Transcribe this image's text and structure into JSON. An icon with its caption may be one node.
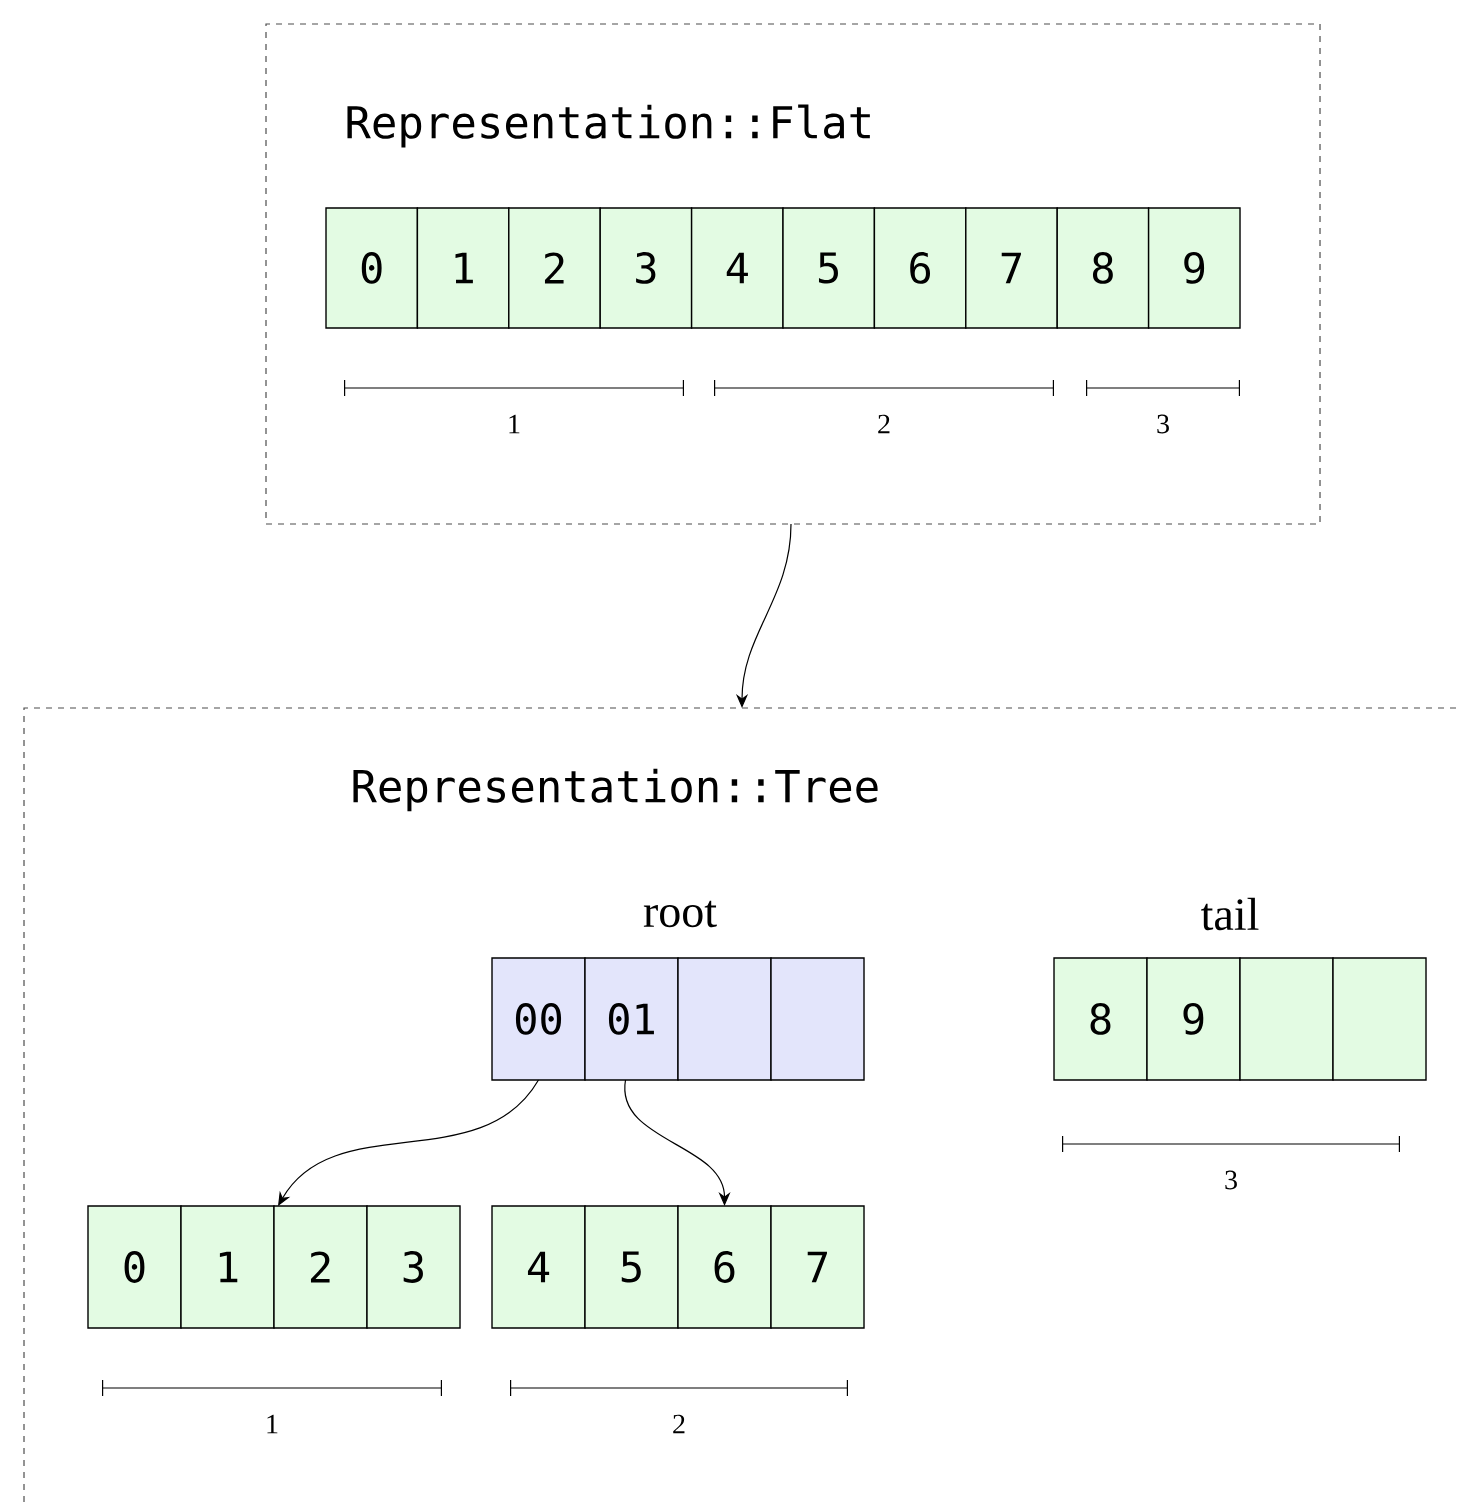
{
  "diagram": {
    "nodes": [
      {
        "text": [
          "Representation::Flat"
        ]
      },
      {
        "text": [
          "0"
        ],
        "in": 0
      },
      {
        "text": [
          "1"
        ],
        "in": 0
      },
      {
        "text": [
          "2"
        ],
        "in": 0
      },
      {
        "text": [
          "3"
        ],
        "in": 0
      },
      {
        "text": [
          "4"
        ],
        "in": 0
      },
      {
        "text": [
          "5"
        ],
        "in": 0
      },
      {
        "text": [
          "6"
        ],
        "in": 0
      },
      {
        "text": [
          "7"
        ],
        "in": 0
      },
      {
        "text": [
          "8"
        ],
        "in": 0
      },
      {
        "text": [
          "9"
        ],
        "in": 0
      },
      {
        "text": [
          "Representation::Tree"
        ]
      },
      {
        "text": [
          "00"
        ],
        "in": 11
      },
      {
        "text": [
          "01"
        ],
        "in": 11
      },
      {
        "text": [],
        "shape": "box",
        "in": 11
      },
      {
        "text": [],
        "shape": "box",
        "in": 11
      },
      {
        "text": [
          "8"
        ],
        "in": 11
      },
      {
        "text": [
          "9"
        ],
        "in": 11
      },
      {
        "text": [],
        "shape": "box",
        "in": 11
      },
      {
        "text": [],
        "shape": "box",
        "in": 11
      },
      {
        "text": [
          "0"
        ],
        "in": 11
      },
      {
        "text": [
          "1"
        ],
        "in": 11
      },
      {
        "text": [
          "2"
        ],
        "in": 11
      },
      {
        "text": [
          "3"
        ],
        "in": 11
      },
      {
        "text": [
          "4"
        ],
        "in": 11
      },
      {
        "text": [
          "5"
        ],
        "in": 11
      },
      {
        "text": [
          "6"
        ],
        "in": 11
      },
      {
        "text": [
          "7"
        ],
        "in": 11
      }
    ],
    "edges": [
      {
        "from": 0,
        "to": 11,
        "arrow": "to"
      },
      {
        "from": 12,
        "to": 22,
        "arrow": "to"
      },
      {
        "from": 13,
        "to": 26,
        "arrow": "to"
      }
    ],
    "labels": [
      "1",
      "2",
      "3",
      "root",
      "tail",
      "3",
      "1",
      "2"
    ]
  }
}
